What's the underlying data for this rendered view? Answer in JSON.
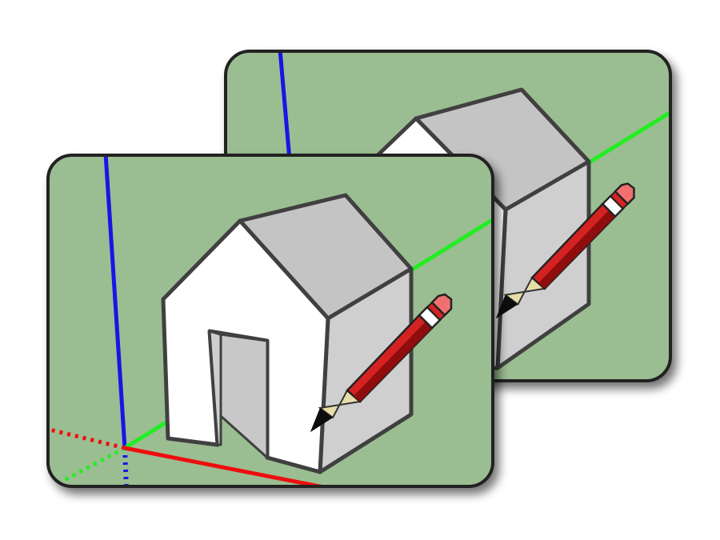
{
  "icon": {
    "name": "two-scenes-house-pencil-icon",
    "colors": {
      "canvas_background": "#9bbd92",
      "card_border": "#222222",
      "axis_blue": "#1212e6",
      "axis_green": "#22ee22",
      "axis_red": "#ee1111",
      "house_front": "#ffffff",
      "house_side": "#cfcfcf",
      "house_roof": "#c4c4c4",
      "house_outline": "#404040",
      "pencil_body": "#d42020",
      "pencil_dark": "#8f1010",
      "pencil_eraser": "#f07070",
      "pencil_band": "#ffffff",
      "pencil_wood": "#e8dca8",
      "pencil_lead": "#111111"
    },
    "scenes": [
      {
        "name": "back-scene",
        "layer": "behind"
      },
      {
        "name": "front-scene",
        "layer": "front"
      }
    ]
  }
}
